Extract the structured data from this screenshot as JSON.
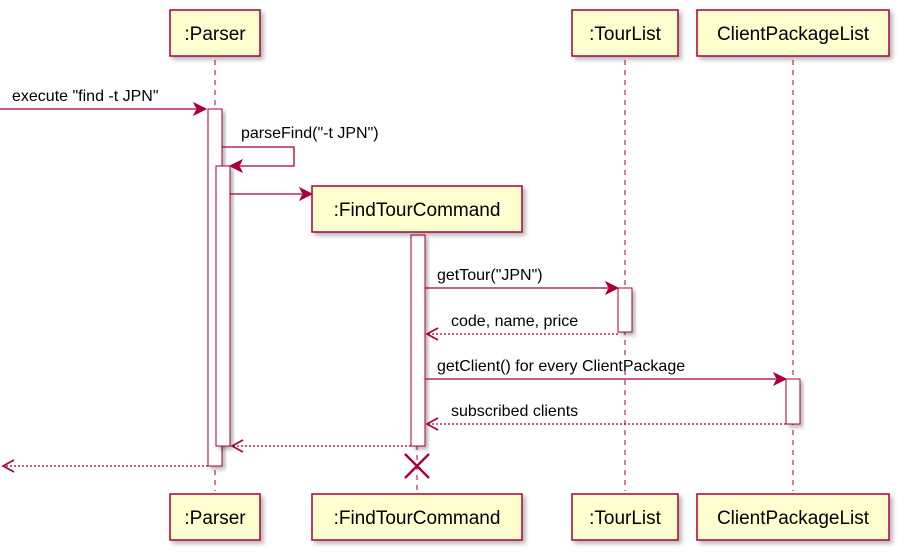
{
  "participants": {
    "parser": ":Parser",
    "findTourCommand": ":FindTourCommand",
    "tourList": ":TourList",
    "clientPackageList": "ClientPackageList"
  },
  "messages": {
    "execute": "execute \"find -t JPN\"",
    "parseFind": "parseFind(\"-t JPN\")",
    "getTour": "getTour(\"JPN\")",
    "tourReturn": "code, name, price",
    "getClient": "getClient() for every ClientPackage",
    "clientReturn": "subscribed clients"
  },
  "colors": {
    "stroke": "#A80036",
    "participantFill": "#FEFECE",
    "activationFill": "#FFFFFF"
  }
}
